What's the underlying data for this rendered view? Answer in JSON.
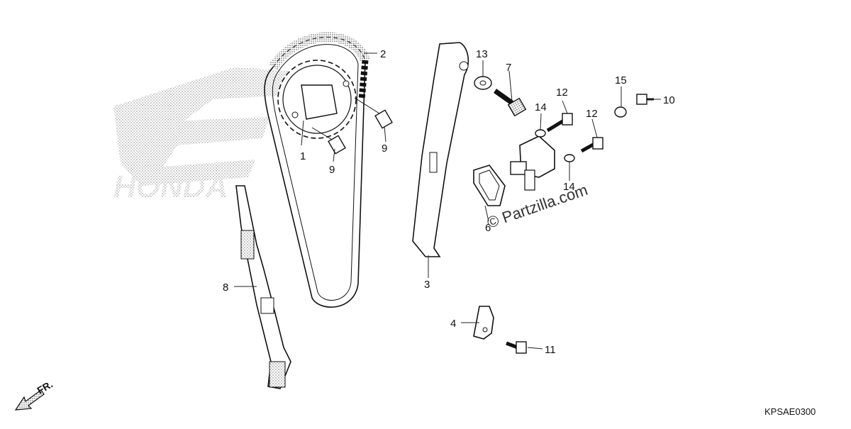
{
  "diagram": {
    "callouts": [
      "1",
      "2",
      "3",
      "4",
      "6",
      "7",
      "8",
      "9",
      "9",
      "10",
      "11",
      "12",
      "12",
      "13",
      "14",
      "14",
      "15"
    ],
    "watermark": "© Partzilla.com",
    "diagram_code": "KPSAE0300",
    "front_arrow_label": "FR.",
    "logo_text": "HONDA"
  }
}
